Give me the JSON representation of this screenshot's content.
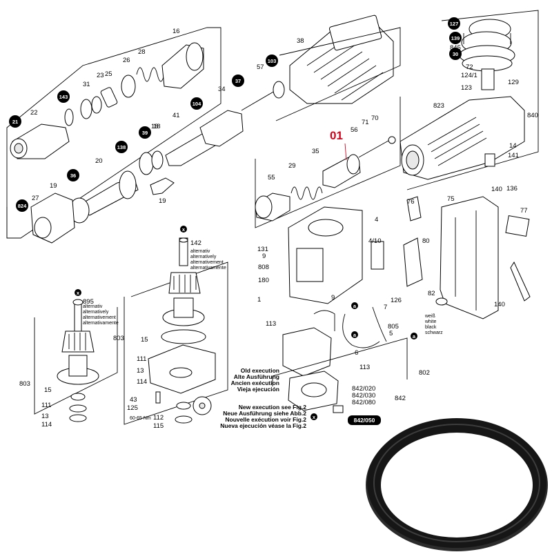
{
  "highlight": {
    "label": "01",
    "color": "#d0021b"
  },
  "badges": [
    "21",
    "143",
    "138",
    "36",
    "824",
    "39",
    "104",
    "37",
    "103",
    "127",
    "139",
    "30"
  ],
  "part_labels": [
    "16",
    "28",
    "26",
    "25",
    "23",
    "31",
    "22",
    "18",
    "20",
    "19",
    "27",
    "19",
    "41",
    "18",
    "34",
    "57",
    "38",
    "845",
    "72",
    "124/1",
    "123",
    "823",
    "129",
    "840",
    "14",
    "141",
    "56",
    "71",
    "70",
    "35",
    "29",
    "55",
    "140",
    "136",
    "75",
    "77",
    "76",
    "4",
    "4/10",
    "80",
    "131",
    "9",
    "808",
    "180",
    "1",
    "9",
    "126",
    "7",
    "805",
    "5",
    "82",
    "140",
    "113",
    "6",
    "113",
    "802",
    "842",
    "142",
    "803",
    "15",
    "111",
    "13",
    "114",
    "43",
    "125",
    "112",
    "115",
    "895",
    "803",
    "15",
    "111",
    "13",
    "114"
  ],
  "text_notes": {
    "alt_142": [
      "alternativ",
      "alternatively",
      "alternativement",
      "alternativamente"
    ],
    "alt_895": [
      "alternativ",
      "alternatively",
      "alternativement",
      "alternativamente"
    ],
    "wire_colors": [
      "weiß",
      "white",
      "black",
      "schwarz"
    ],
    "torque": "60-65 Nm",
    "old_execution": [
      "Old execution",
      "Alte Ausführung",
      "Ancien exécution",
      "Vieja ejecución"
    ],
    "new_execution": [
      "New execution see Fig.2",
      "Neue Ausführung siehe Abb.2",
      "Nouvelle exécution voir Fig.2",
      "Nueva ejecución véase la Fig.2"
    ],
    "parts_842": [
      "842/020",
      "842/030",
      "842/080"
    ],
    "part_842_050": "842/050",
    "marker_a": "a",
    "marker_x": "x"
  },
  "colors": {
    "ring": "#161616",
    "ring_shadow": "#2c2c2c",
    "badge": "#000000"
  }
}
